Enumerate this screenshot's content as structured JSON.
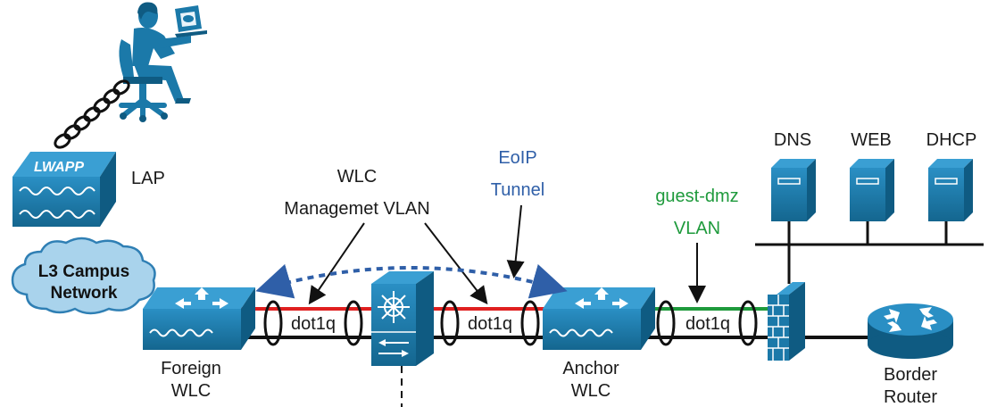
{
  "labels": {
    "lap": "LAP",
    "lap_logo": "LWAPP",
    "cloud_line1": "L3 Campus",
    "cloud_line2": "Network",
    "wlc_mgmt_line1": "WLC",
    "wlc_mgmt_line2": "Managemet VLAN",
    "eoip_line1": "EoIP",
    "eoip_line2": "Tunnel",
    "guest_line1": "guest-dmz",
    "guest_line2": "VLAN",
    "dns": "DNS",
    "web": "WEB",
    "dhcp": "DHCP",
    "dot1q_1": "dot1q",
    "dot1q_2": "dot1q",
    "dot1q_3": "dot1q",
    "foreign_line1": "Foreign",
    "foreign_line2": "WLC",
    "anchor_line1": "Anchor",
    "anchor_line2": "WLC",
    "border_line1": "Border",
    "border_line2": "Router"
  },
  "colors": {
    "device_blue": "#1b79a9",
    "device_dark": "#0f5b82",
    "mgmt_vlan_line": "#e02020",
    "guest_vlan_line": "#1e9a3c",
    "trunk_line": "#111111",
    "tunnel_arrow": "#2f5fa8",
    "eoip_text": "#2f5fa8",
    "guest_text": "#1e9a3c",
    "cloud_fill": "#a9d3ec",
    "cloud_stroke": "#2f7fb4"
  }
}
